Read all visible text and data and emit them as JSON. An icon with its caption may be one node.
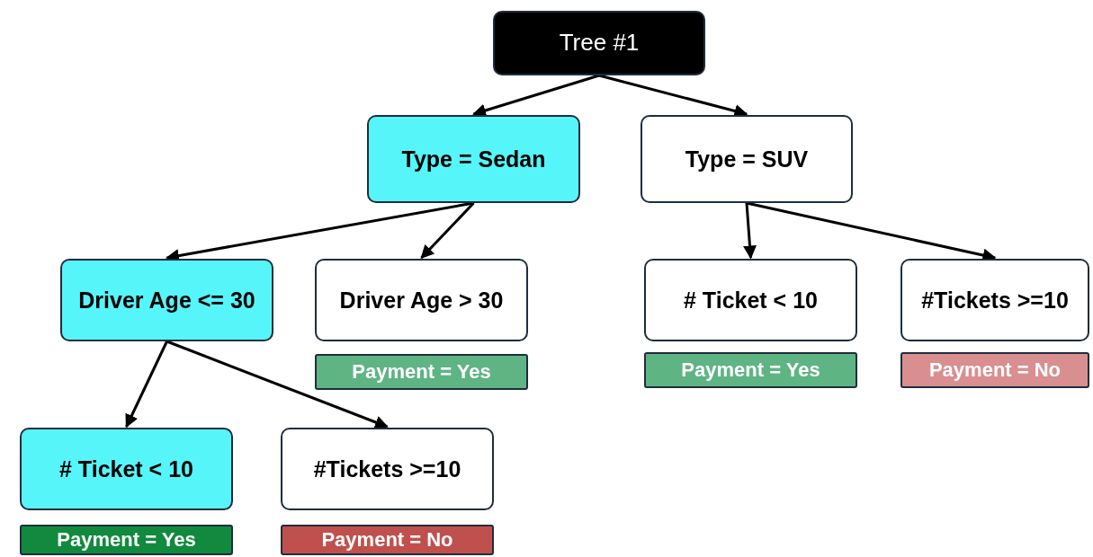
{
  "diagram": {
    "nodes": [
      {
        "text": [
          "Tree #1"
        ]
      },
      {
        "text": [
          "Type = Sedan"
        ]
      },
      {
        "text": [
          "Type = SUV"
        ]
      },
      {
        "text": [
          "Driver Age <= 30"
        ]
      },
      {
        "text": [
          "Driver Age > 30"
        ]
      },
      {
        "text": [
          "Payment = Yes"
        ]
      },
      {
        "text": [
          "# Ticket < 10"
        ]
      },
      {
        "text": [
          "Payment = Yes"
        ]
      },
      {
        "text": [
          "#Tickets >=10"
        ]
      },
      {
        "text": [
          "Payment = No"
        ]
      },
      {
        "text": [
          "# Ticket < 10"
        ]
      },
      {
        "text": [
          "#Tickets >=10"
        ]
      },
      {
        "text": [
          "Payment = Yes"
        ]
      },
      {
        "text": [
          "Payment = No"
        ]
      }
    ],
    "edges": [
      {
        "from": 0,
        "to": 1,
        "arrow": "to"
      },
      {
        "from": 0,
        "to": 2,
        "arrow": "to"
      },
      {
        "from": 1,
        "to": 3,
        "arrow": "to"
      },
      {
        "from": 1,
        "to": 4,
        "arrow": "to"
      },
      {
        "from": 2,
        "to": 6,
        "arrow": "to"
      },
      {
        "from": 2,
        "to": 8,
        "arrow": "to"
      },
      {
        "from": 3,
        "to": 10,
        "arrow": "to"
      },
      {
        "from": 3,
        "to": 11,
        "arrow": "to"
      }
    ]
  }
}
